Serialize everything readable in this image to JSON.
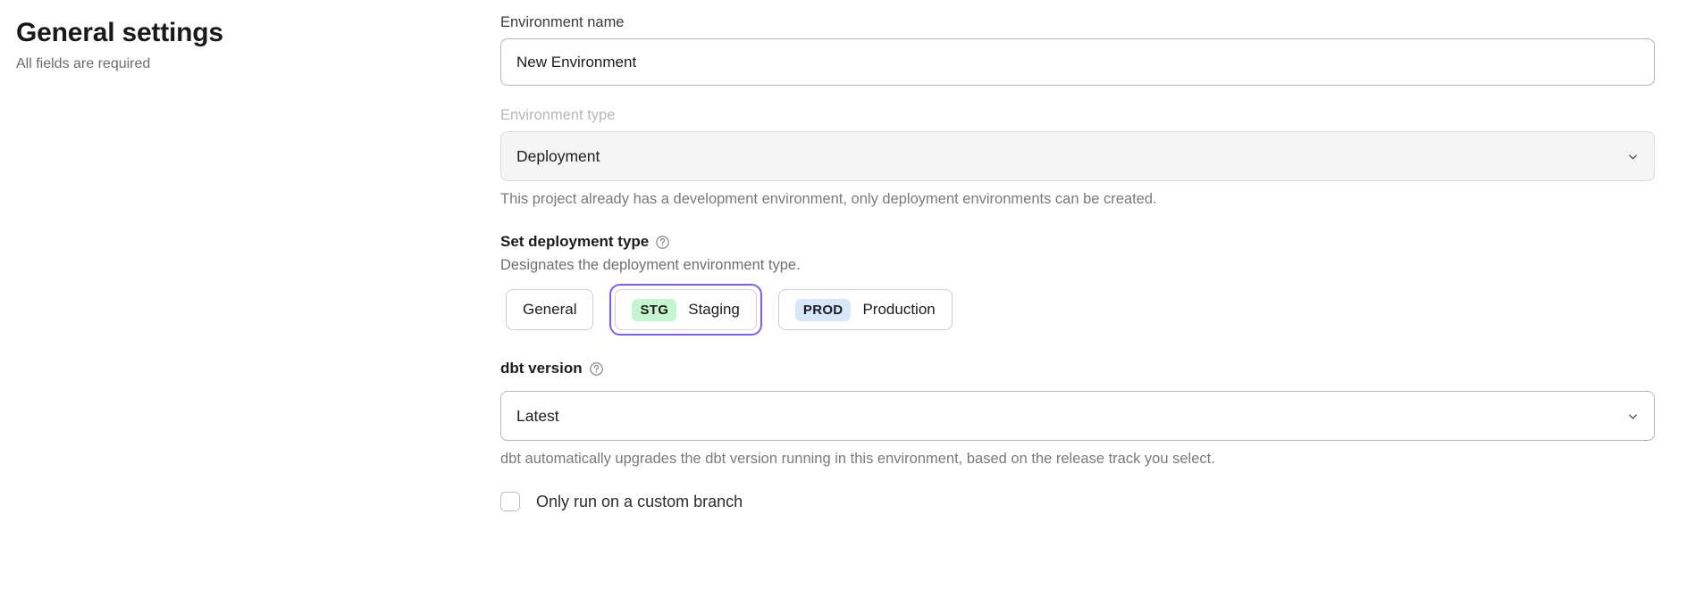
{
  "header": {
    "title": "General settings",
    "subtitle": "All fields are required"
  },
  "form": {
    "environment_name": {
      "label": "Environment name",
      "value": "New Environment",
      "placeholder": "Environment name"
    },
    "environment_type": {
      "label": "Environment type",
      "value": "Deployment",
      "helper": "This project already has a development environment, only deployment environments can be created.",
      "chevron_icon": "chevron-down-icon",
      "disabled": true
    },
    "deployment_type": {
      "label": "Set deployment type",
      "help_icon": "help-circle-icon",
      "description": "Designates the deployment environment type.",
      "options": [
        {
          "badge": "",
          "label": "General",
          "selected": false
        },
        {
          "badge": "STG",
          "label": "Staging",
          "selected": true
        },
        {
          "badge": "PROD",
          "label": "Production",
          "selected": false
        }
      ]
    },
    "dbt_version": {
      "label": "dbt version",
      "help_icon": "help-circle-icon",
      "value": "Latest",
      "helper": "dbt automatically upgrades the dbt version running in this environment, based on the release track you select.",
      "chevron_icon": "chevron-down-icon"
    },
    "custom_branch": {
      "label": "Only run on a custom branch",
      "checked": false
    }
  },
  "colors": {
    "focus_ring": "#7c5cfa",
    "badge_staging": "#c6f6ce",
    "badge_production": "#d6e6fb",
    "text_primary": "#1c1c1c",
    "text_muted": "#7a7a7a",
    "disabled_label": "#b7b7b7"
  }
}
